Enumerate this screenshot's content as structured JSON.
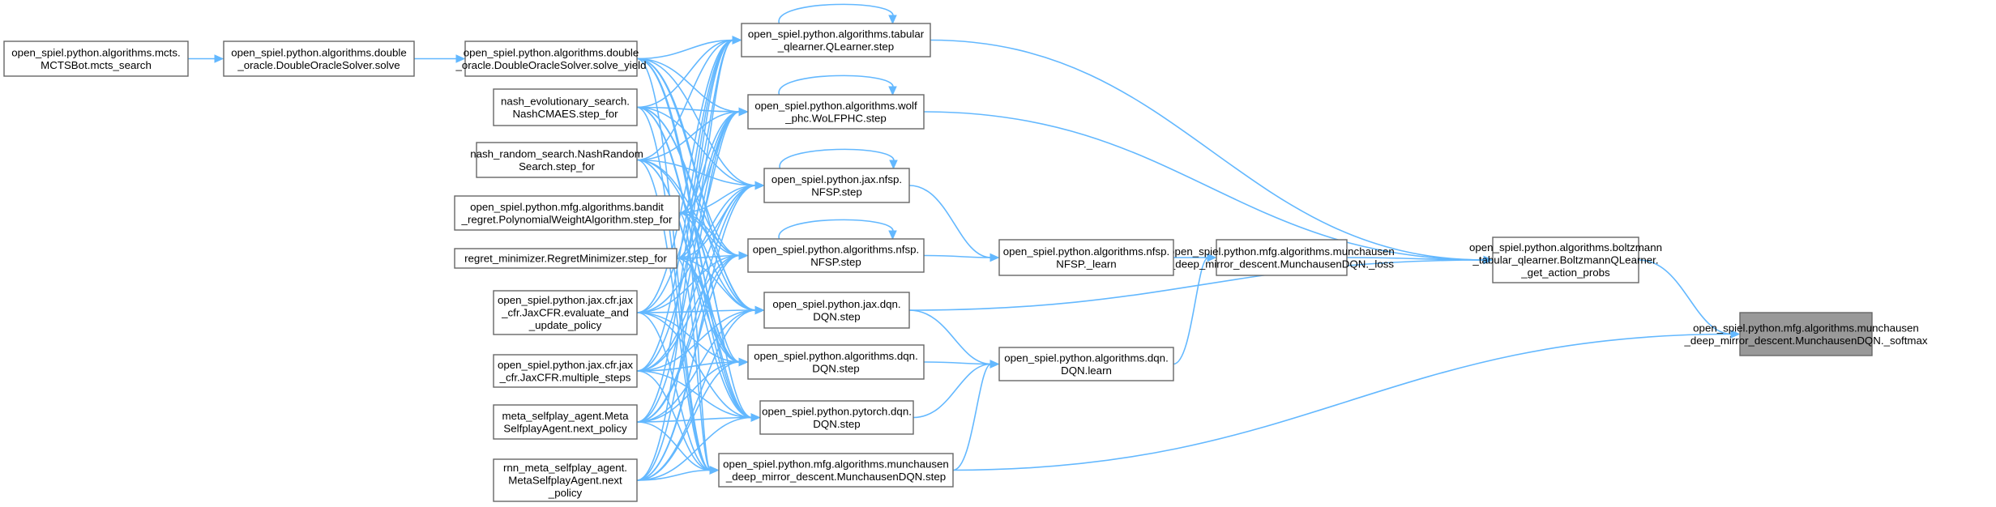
{
  "colors": {
    "edge": "#63b8ff",
    "node_border": "#666666",
    "node_fill": "#ffffff",
    "root_fill": "#999999"
  },
  "nodes": [
    {
      "id": "root",
      "lines": [
        "open_spiel.python.mfg.algorithms.munchausen",
        "_deep_mirror_descent.MunchausenDQN._softmax"
      ]
    },
    {
      "id": "boltzmann",
      "lines": [
        "open_spiel.python.algorithms.boltzmann",
        "_tabular_qlearner.BoltzmannQLearner.",
        "_get_action_probs"
      ]
    },
    {
      "id": "mloss",
      "lines": [
        "open_spiel.python.mfg.algorithms.munchausen",
        "_deep_mirror_descent.MunchausenDQN._loss"
      ]
    },
    {
      "id": "nfsp_learn",
      "lines": [
        "open_spiel.python.algorithms.nfsp.",
        "NFSP._learn"
      ]
    },
    {
      "id": "dqn_learn",
      "lines": [
        "open_spiel.python.algorithms.dqn.",
        "DQN.learn"
      ]
    },
    {
      "id": "tabular",
      "lines": [
        "open_spiel.python.algorithms.tabular",
        "_qlearner.QLearner.step"
      ]
    },
    {
      "id": "wolf",
      "lines": [
        "open_spiel.python.algorithms.wolf",
        "_phc.WoLFPHC.step"
      ]
    },
    {
      "id": "jaxnfsp",
      "lines": [
        "open_spiel.python.jax.nfsp.",
        "NFSP.step"
      ]
    },
    {
      "id": "algnfsp",
      "lines": [
        "open_spiel.python.algorithms.nfsp.",
        "NFSP.step"
      ]
    },
    {
      "id": "jaxdqn",
      "lines": [
        "open_spiel.python.jax.dqn.",
        "DQN.step"
      ]
    },
    {
      "id": "algdqn",
      "lines": [
        "open_spiel.python.algorithms.dqn.",
        "DQN.step"
      ]
    },
    {
      "id": "ptdqn",
      "lines": [
        "open_spiel.python.pytorch.dqn.",
        "DQN.step"
      ]
    },
    {
      "id": "mstep",
      "lines": [
        "open_spiel.python.mfg.algorithms.munchausen",
        "_deep_mirror_descent.MunchausenDQN.step"
      ]
    },
    {
      "id": "dosy",
      "lines": [
        "open_spiel.python.algorithms.double",
        "_oracle.DoubleOracleSolver.solve_yield"
      ]
    },
    {
      "id": "nes",
      "lines": [
        "nash_evolutionary_search.",
        "NashCMAES.step_for"
      ]
    },
    {
      "id": "nrs",
      "lines": [
        "nash_random_search.NashRandom",
        "Search.step_for"
      ]
    },
    {
      "id": "bandit",
      "lines": [
        "open_spiel.python.mfg.algorithms.bandit",
        "_regret.PolynomialWeightAlgorithm.step_for"
      ]
    },
    {
      "id": "regret",
      "lines": [
        "regret_minimizer.RegretMinimizer.step_for"
      ]
    },
    {
      "id": "jaxcfr_eval",
      "lines": [
        "open_spiel.python.jax.cfr.jax",
        "_cfr.JaxCFR.evaluate_and",
        "_update_policy"
      ]
    },
    {
      "id": "jaxcfr_ms",
      "lines": [
        "open_spiel.python.jax.cfr.jax",
        "_cfr.JaxCFR.multiple_steps"
      ]
    },
    {
      "id": "meta",
      "lines": [
        "meta_selfplay_agent.Meta",
        "SelfplayAgent.next_policy"
      ]
    },
    {
      "id": "rnnmeta",
      "lines": [
        "rnn_meta_selfplay_agent.",
        "MetaSelfplayAgent.next",
        "_policy"
      ]
    },
    {
      "id": "dos",
      "lines": [
        "open_spiel.python.algorithms.double",
        "_oracle.DoubleOracleSolver.solve"
      ]
    },
    {
      "id": "mcts",
      "lines": [
        "open_spiel.python.algorithms.mcts.",
        "MCTSBot.mcts_search"
      ]
    }
  ],
  "edges": [
    [
      "boltzmann",
      "root"
    ],
    [
      "mloss",
      "boltzmann"
    ],
    [
      "nfsp_learn",
      "mloss"
    ],
    [
      "dqn_learn",
      "mloss"
    ],
    [
      "tabular",
      "boltzmann"
    ],
    [
      "wolf",
      "boltzmann"
    ],
    [
      "jaxdqn",
      "boltzmann"
    ],
    [
      "mstep",
      "root"
    ],
    [
      "jaxnfsp",
      "nfsp_learn"
    ],
    [
      "algnfsp",
      "nfsp_learn"
    ],
    [
      "algdqn",
      "dqn_learn"
    ],
    [
      "jaxdqn",
      "dqn_learn"
    ],
    [
      "ptdqn",
      "dqn_learn"
    ],
    [
      "mstep",
      "dqn_learn"
    ],
    [
      "dosy",
      "tabular"
    ],
    [
      "dosy",
      "wolf"
    ],
    [
      "dosy",
      "jaxnfsp"
    ],
    [
      "dosy",
      "algnfsp"
    ],
    [
      "dosy",
      "jaxdqn"
    ],
    [
      "dosy",
      "algdqn"
    ],
    [
      "dosy",
      "ptdqn"
    ],
    [
      "dosy",
      "mstep"
    ],
    [
      "nes",
      "tabular"
    ],
    [
      "nes",
      "wolf"
    ],
    [
      "nes",
      "jaxnfsp"
    ],
    [
      "nes",
      "algnfsp"
    ],
    [
      "nes",
      "jaxdqn"
    ],
    [
      "nes",
      "algdqn"
    ],
    [
      "nes",
      "ptdqn"
    ],
    [
      "nes",
      "mstep"
    ],
    [
      "nrs",
      "tabular"
    ],
    [
      "nrs",
      "wolf"
    ],
    [
      "nrs",
      "jaxnfsp"
    ],
    [
      "nrs",
      "algnfsp"
    ],
    [
      "nrs",
      "jaxdqn"
    ],
    [
      "nrs",
      "algdqn"
    ],
    [
      "nrs",
      "ptdqn"
    ],
    [
      "nrs",
      "mstep"
    ],
    [
      "bandit",
      "tabular"
    ],
    [
      "bandit",
      "wolf"
    ],
    [
      "bandit",
      "jaxnfsp"
    ],
    [
      "bandit",
      "algnfsp"
    ],
    [
      "bandit",
      "jaxdqn"
    ],
    [
      "bandit",
      "algdqn"
    ],
    [
      "bandit",
      "ptdqn"
    ],
    [
      "bandit",
      "mstep"
    ],
    [
      "regret",
      "tabular"
    ],
    [
      "regret",
      "wolf"
    ],
    [
      "regret",
      "jaxnfsp"
    ],
    [
      "regret",
      "algnfsp"
    ],
    [
      "regret",
      "jaxdqn"
    ],
    [
      "regret",
      "algdqn"
    ],
    [
      "regret",
      "ptdqn"
    ],
    [
      "regret",
      "mstep"
    ],
    [
      "jaxcfr_eval",
      "tabular"
    ],
    [
      "jaxcfr_eval",
      "wolf"
    ],
    [
      "jaxcfr_eval",
      "jaxnfsp"
    ],
    [
      "jaxcfr_eval",
      "algnfsp"
    ],
    [
      "jaxcfr_eval",
      "jaxdqn"
    ],
    [
      "jaxcfr_eval",
      "algdqn"
    ],
    [
      "jaxcfr_eval",
      "ptdqn"
    ],
    [
      "jaxcfr_eval",
      "mstep"
    ],
    [
      "jaxcfr_ms",
      "tabular"
    ],
    [
      "jaxcfr_ms",
      "wolf"
    ],
    [
      "jaxcfr_ms",
      "jaxnfsp"
    ],
    [
      "jaxcfr_ms",
      "algnfsp"
    ],
    [
      "jaxcfr_ms",
      "jaxdqn"
    ],
    [
      "jaxcfr_ms",
      "algdqn"
    ],
    [
      "jaxcfr_ms",
      "ptdqn"
    ],
    [
      "jaxcfr_ms",
      "mstep"
    ],
    [
      "meta",
      "tabular"
    ],
    [
      "meta",
      "wolf"
    ],
    [
      "meta",
      "jaxnfsp"
    ],
    [
      "meta",
      "algnfsp"
    ],
    [
      "meta",
      "jaxdqn"
    ],
    [
      "meta",
      "algdqn"
    ],
    [
      "meta",
      "ptdqn"
    ],
    [
      "meta",
      "mstep"
    ],
    [
      "rnnmeta",
      "tabular"
    ],
    [
      "rnnmeta",
      "wolf"
    ],
    [
      "rnnmeta",
      "jaxnfsp"
    ],
    [
      "rnnmeta",
      "algnfsp"
    ],
    [
      "rnnmeta",
      "jaxdqn"
    ],
    [
      "rnnmeta",
      "algdqn"
    ],
    [
      "rnnmeta",
      "ptdqn"
    ],
    [
      "rnnmeta",
      "mstep"
    ],
    [
      "dos",
      "dosy"
    ],
    [
      "mcts",
      "dos"
    ]
  ],
  "self_loops": [
    "tabular",
    "wolf",
    "jaxnfsp",
    "algnfsp"
  ]
}
